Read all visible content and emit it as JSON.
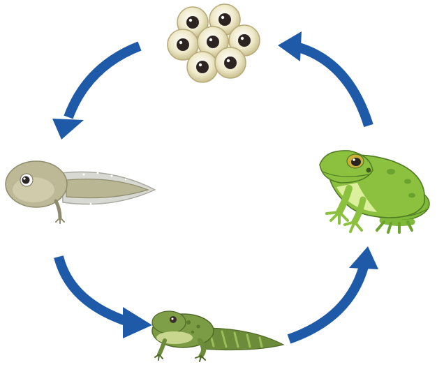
{
  "diagram": {
    "stages": [
      {
        "id": "eggs",
        "icon": "frog-eggs-icon"
      },
      {
        "id": "tadpole",
        "icon": "tadpole-icon"
      },
      {
        "id": "froglet",
        "icon": "froglet-icon"
      },
      {
        "id": "adult-frog",
        "icon": "adult-frog-icon"
      }
    ],
    "arrows": [
      {
        "from": "eggs",
        "to": "tadpole",
        "icon": "curved-arrow-icon"
      },
      {
        "from": "tadpole",
        "to": "froglet",
        "icon": "curved-arrow-icon"
      },
      {
        "from": "froglet",
        "to": "adult-frog",
        "icon": "curved-arrow-icon"
      },
      {
        "from": "adult-frog",
        "to": "eggs",
        "icon": "curved-arrow-icon"
      }
    ],
    "colors": {
      "arrow": "#1f5aa8",
      "egg_jelly": "#e9e3bf",
      "egg_core": "#2d2422",
      "tadpole": "#b9b694",
      "froglet": "#7a9a45",
      "frog": "#8cc13f",
      "frog_belly": "#dcef9c"
    }
  }
}
